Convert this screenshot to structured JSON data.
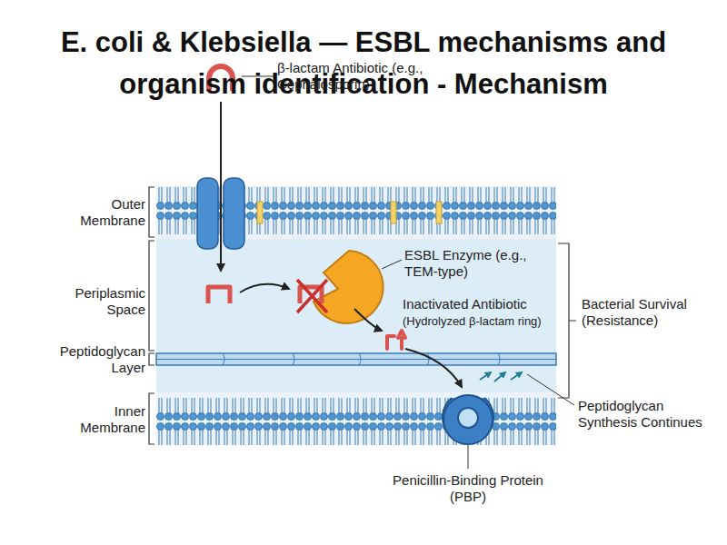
{
  "diagram": {
    "title": "E. coli & Klebsiella — ESBL mechanisms and organism identification - Mechanism",
    "labels": [
      "β-lactam Antibiotic (e.g., Cephalosporin)",
      "Outer Membrane",
      "Periplasmic Space",
      "Peptidoglycan Layer",
      "Inner Membrane",
      "ESBL Enzyme (e.g., TEM-type)",
      "Inactivated Antibiotic",
      "(Hydrolyzed β-lactam ring)",
      "Bacterial Survival (Resistance)",
      "Peptidoglycan Synthesis Continues",
      "Penicillin-Binding Protein (PBP)"
    ]
  }
}
